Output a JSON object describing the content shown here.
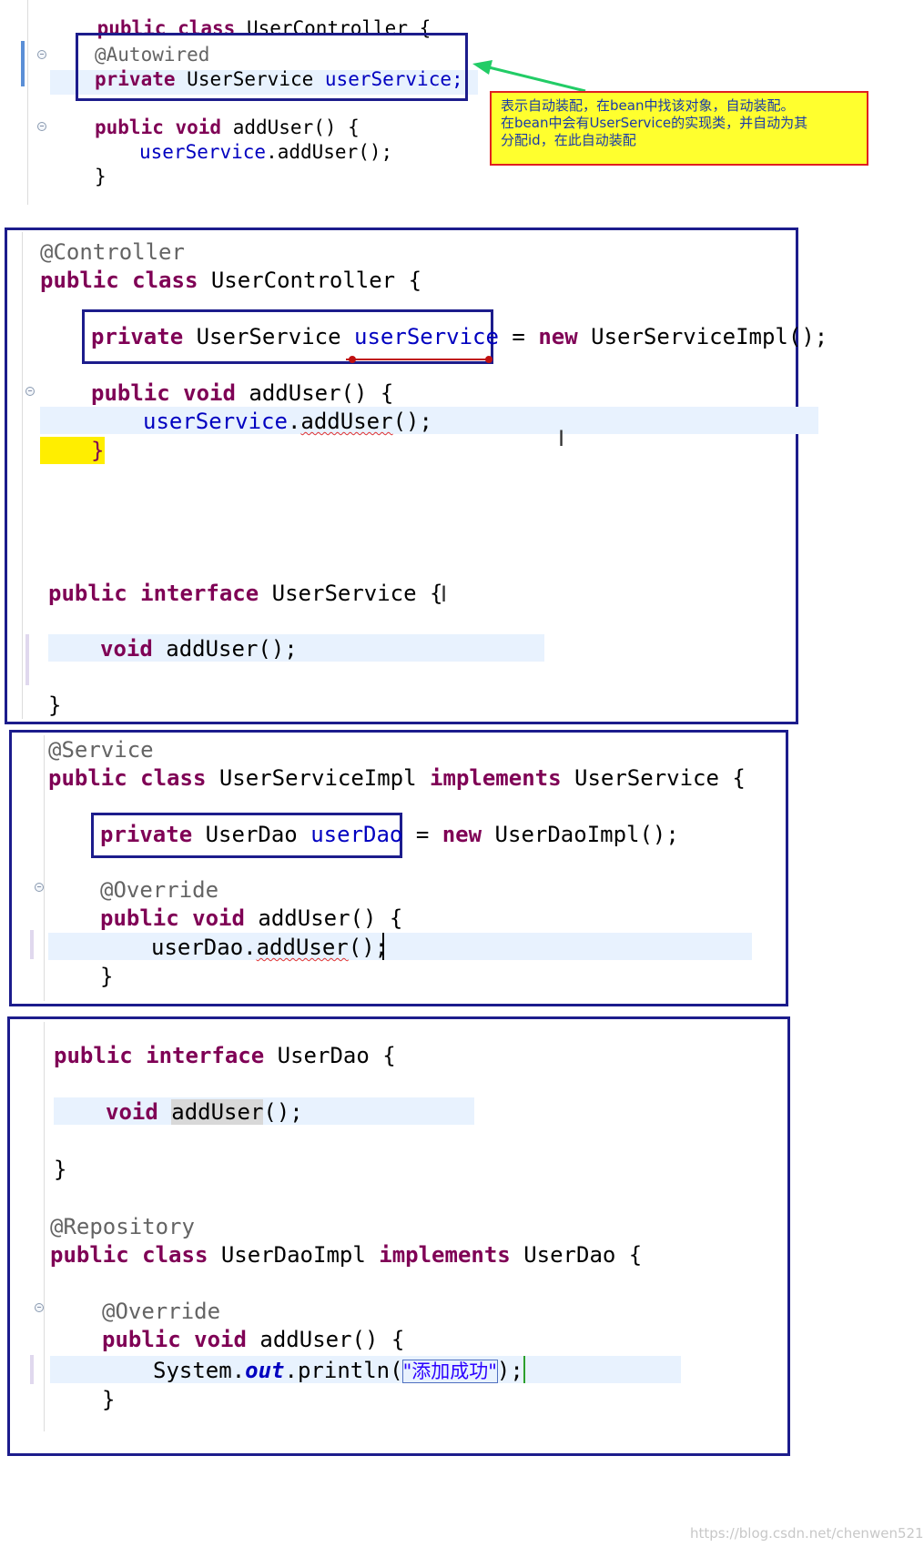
{
  "top_panel": {
    "line_class": "public class UserController {",
    "line_autowired": "@Autowired",
    "line_field_private": "private",
    "line_field_type": "UserService",
    "line_field_name": "userService;",
    "line_method_sig": "public void addUser() {",
    "line_method_call_obj": "userService",
    "line_method_call_rest": ".addUser();",
    "line_close": "}"
  },
  "callout": {
    "text": "表示自动装配，在bean中找该对象，自动装配。\n在bean中会有UserService的实现类，并自动为其\n分配id，在此自动装配"
  },
  "controller_panel": {
    "annotation": "@Controller",
    "class_kw": "public class",
    "class_name": "UserController {",
    "field_private": "private",
    "field_type": "UserService",
    "field_name": "userService",
    "field_init_eq": " = ",
    "field_init_new": "new",
    "field_init_rest": " UserServiceImpl();",
    "method_kw": "public void",
    "method_name": "addUser() {",
    "call_obj": "userService",
    "call_dot": ".",
    "call_method": "addUser",
    "call_end": "();",
    "close_brace": "}",
    "iface_kw": "public interface",
    "iface_name": "UserService {",
    "iface_method_kw": "void",
    "iface_method_name": "addUser();",
    "iface_close": "}"
  },
  "service_impl_panel": {
    "annotation": "@Service",
    "class_kw": "public class",
    "class_name": "UserServiceImpl",
    "implements_kw": "implements",
    "iface_name": "UserService {",
    "field_private": "private",
    "field_type": "UserDao",
    "field_name": "userDao",
    "field_eq": " = ",
    "field_new": "new",
    "field_rest": " UserDaoImpl();",
    "override": "@Override",
    "method_kw": "public void",
    "method_name": "addUser() {",
    "call_obj": "userDao.",
    "call_method": "addUser",
    "call_end": "();",
    "close_brace": "}"
  },
  "dao_panel": {
    "iface_kw": "public interface",
    "iface_name": "UserDao {",
    "iface_method_kw": "void",
    "iface_method_name": "addUser",
    "iface_method_end": "();",
    "iface_close": "}",
    "annotation": "@Repository",
    "class_kw": "public class",
    "class_name": "UserDaoImpl",
    "implements_kw": "implements",
    "impl_iface": "UserDao {",
    "override": "@Override",
    "method_kw": "public void",
    "method_name": "addUser() {",
    "print_obj": "System.",
    "print_out": "out",
    "print_method": ".println(",
    "print_string": "\"添加成功\"",
    "print_end": ");",
    "close_brace": "}"
  },
  "watermark": "https://blog.csdn.net/chenwen521",
  "colors": {
    "keyword": "#7f0055",
    "field": "#0000c0",
    "annotation": "#646464",
    "frame": "#1c1c8c",
    "callout_bg": "#ffff2e",
    "callout_border": "#e02020",
    "arrow": "#22cc66"
  }
}
